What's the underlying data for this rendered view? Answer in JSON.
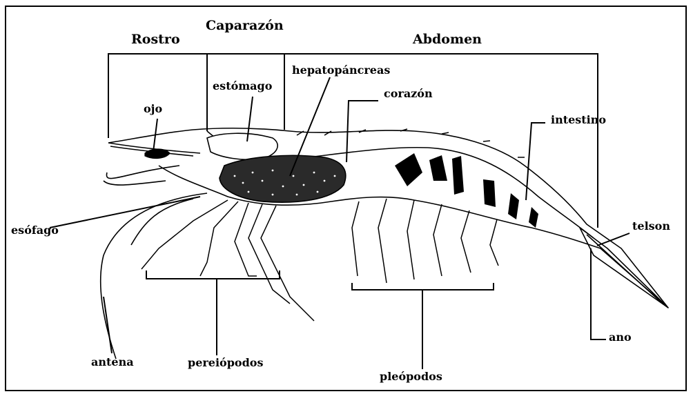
{
  "regions": {
    "rostro": "Rostro",
    "caparazon": "Caparazón",
    "abdomen": "Abdomen"
  },
  "parts": {
    "ojo": "ojo",
    "estomago": "estómago",
    "hepatopancreas": "hepatopáncreas",
    "corazon": "corazón",
    "intestino": "intestino",
    "esofago": "esófago",
    "telson": "telson",
    "antena": "antena",
    "pereiopodos": "pereiópodos",
    "pleopodos": "pleópodos",
    "ano": "ano"
  }
}
